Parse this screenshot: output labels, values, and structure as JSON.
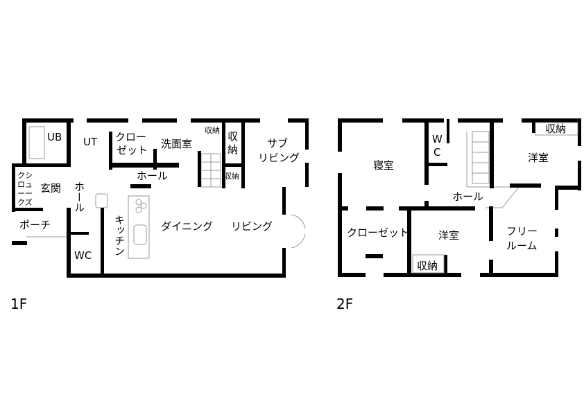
{
  "floor1": {
    "label": "1F",
    "rooms": {
      "ub": "UB",
      "ut": "UT",
      "closet_1": "クロー",
      "closet_2": "ゼット",
      "washroom": "洗面室",
      "storage_small": "収納",
      "storage_1": "収",
      "storage_2": "納",
      "sub_living_1": "サブ",
      "sub_living_2": "リビング",
      "storage_lower": "収納",
      "hall_top": "ホール",
      "shoe_closet_1": "クシ",
      "shoe_closet_2": "ロュ",
      "shoe_closet_3": "ーー",
      "shoe_closet_4": "クズ",
      "entrance": "玄関",
      "hall_vertical": "ホール",
      "porch": "ポーチ",
      "wc": "WC",
      "kitchen": "キッチン",
      "dining": "ダイニング",
      "living": "リビング"
    }
  },
  "floor2": {
    "label": "2F",
    "rooms": {
      "bedroom": "寝室",
      "wc_1": "W",
      "wc_2": "C",
      "storage_top": "収納",
      "western_top": "洋室",
      "hall": "ホール",
      "closet": "クローゼット",
      "western_mid": "洋室",
      "storage_mid": "収納",
      "free_room_1": "フリー",
      "free_room_2": "ルーム"
    }
  }
}
